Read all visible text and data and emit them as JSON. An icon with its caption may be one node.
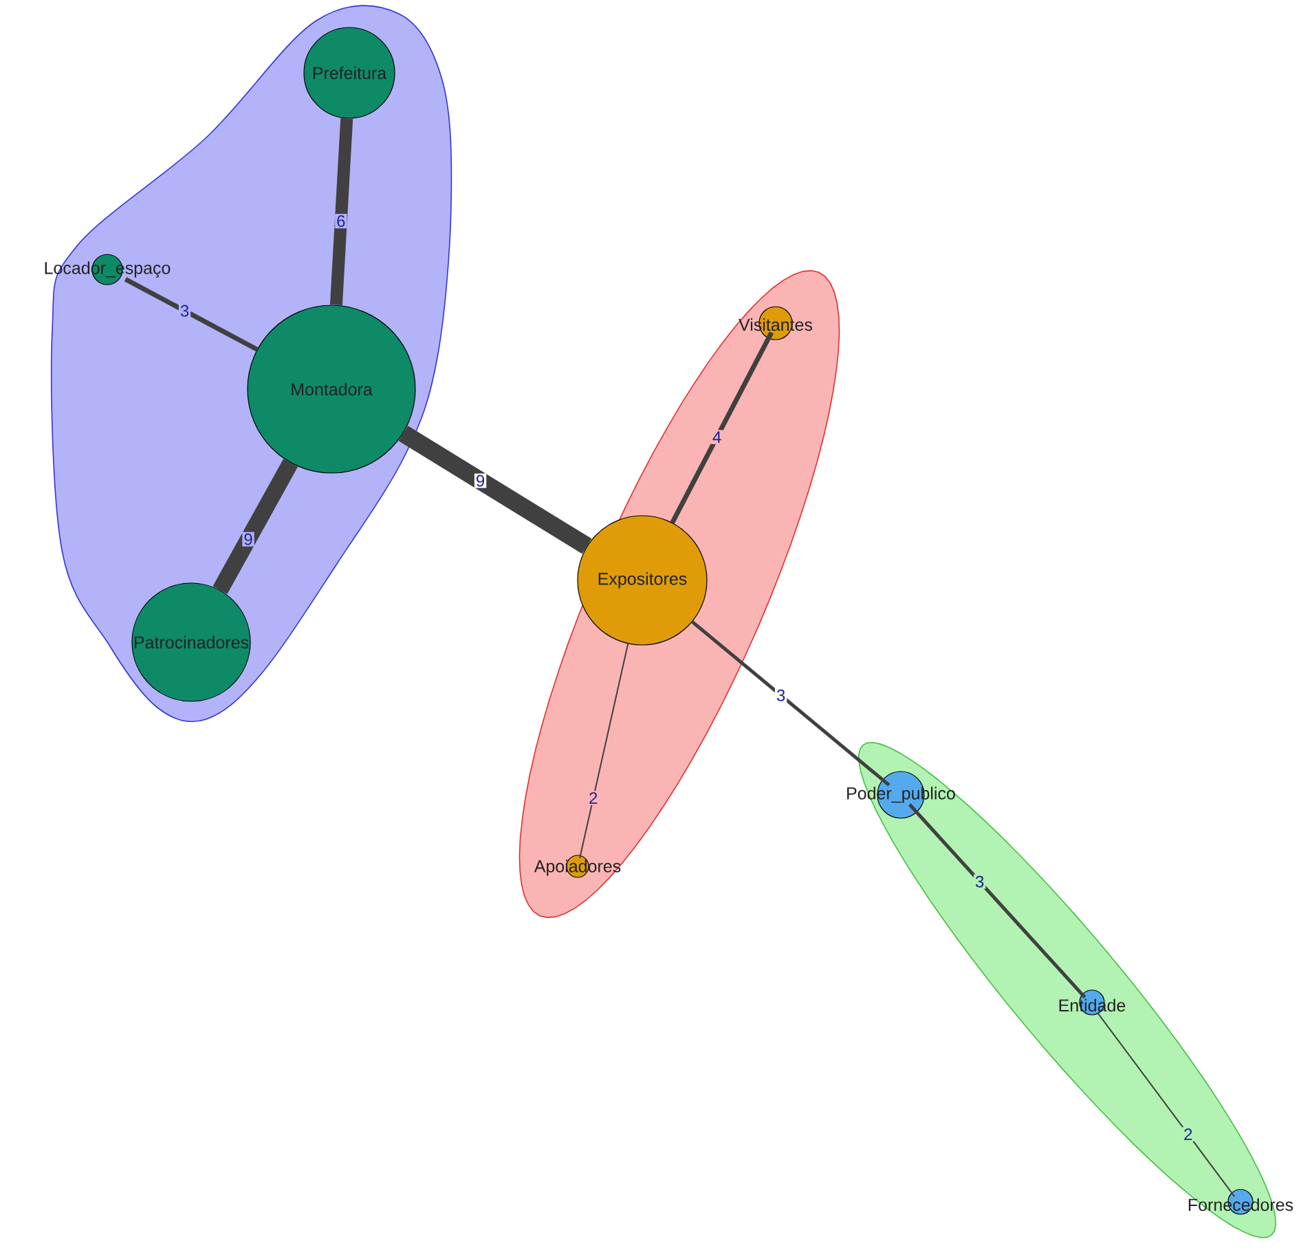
{
  "diagram": {
    "nodes": [
      {
        "text": [],
        "shape": "band"
      },
      {
        "text": [
          "Prefeitura"
        ],
        "in": 0
      },
      {
        "text": [
          "Locador_espaço"
        ],
        "in": 0
      },
      {
        "text": [
          "Montadora"
        ],
        "in": 0
      },
      {
        "text": [
          "Patrocinadores"
        ],
        "in": 0
      },
      {
        "text": [],
        "shape": "band"
      },
      {
        "text": [
          "Visitantes"
        ],
        "in": 5
      },
      {
        "text": [
          "Expositores"
        ],
        "in": 5
      },
      {
        "text": [
          "Apoiadores"
        ],
        "in": 5
      },
      {
        "text": [],
        "shape": "band"
      },
      {
        "text": [
          "Poder_publico"
        ],
        "in": 9
      },
      {
        "text": [
          "Entidade"
        ],
        "in": 9
      },
      {
        "text": [
          "Fornecedores"
        ],
        "in": 9
      }
    ],
    "edges": [
      {
        "from": 1,
        "to": 3,
        "arrow": "none",
        "label": "6",
        "style": "thick"
      },
      {
        "from": 2,
        "to": 3,
        "arrow": "none",
        "label": "3"
      },
      {
        "from": 3,
        "to": 4,
        "arrow": "none",
        "label": "9",
        "style": "thick"
      },
      {
        "from": 3,
        "to": 7,
        "arrow": "none",
        "label": "9",
        "style": "thick"
      },
      {
        "from": 7,
        "to": 6,
        "arrow": "none",
        "label": "4"
      },
      {
        "from": 7,
        "to": 8,
        "arrow": "none",
        "label": "2"
      },
      {
        "from": 7,
        "to": 10,
        "arrow": "none",
        "label": "3"
      },
      {
        "from": 10,
        "to": 11,
        "arrow": "none",
        "label": "3"
      },
      {
        "from": 11,
        "to": 12,
        "arrow": "none",
        "label": "2"
      }
    ]
  }
}
